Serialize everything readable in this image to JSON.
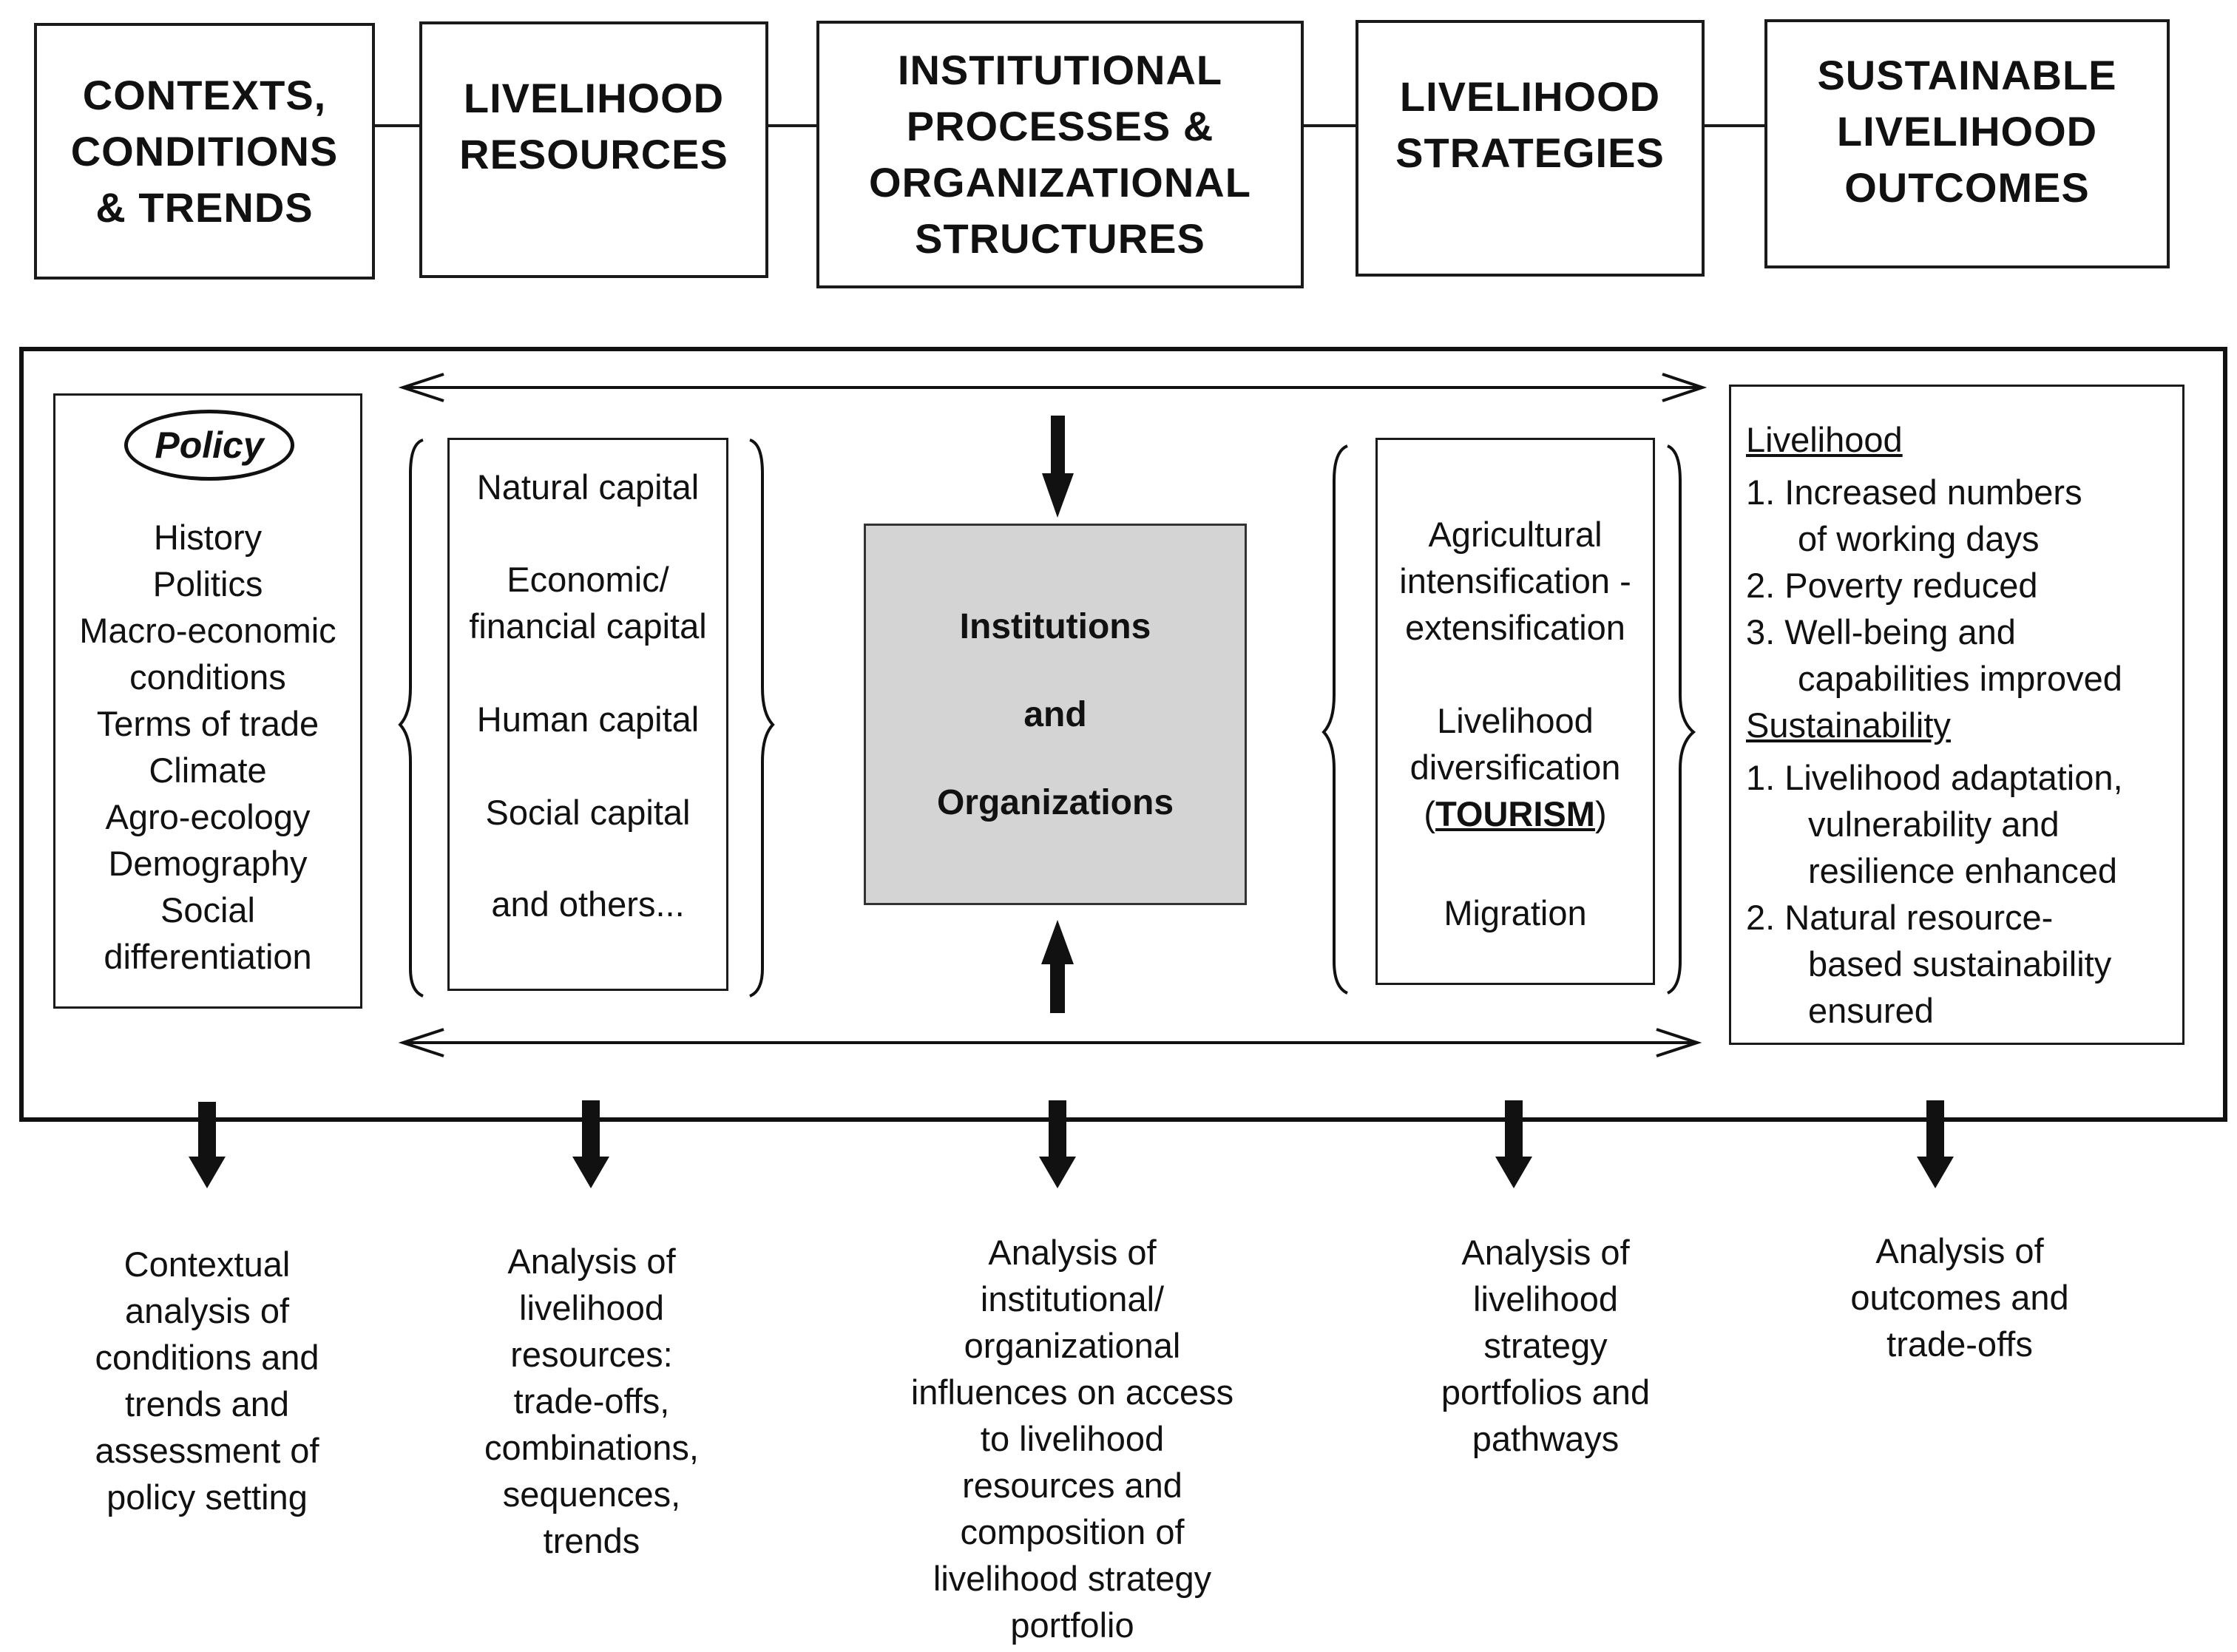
{
  "header_boxes": [
    {
      "lines": [
        "CONTEXTS,",
        "CONDITIONS",
        "& TRENDS"
      ]
    },
    {
      "lines": [
        "LIVELIHOOD",
        "RESOURCES"
      ]
    },
    {
      "lines": [
        "INSTITUTIONAL",
        "PROCESSES &",
        "ORGANIZATIONAL",
        "STRUCTURES"
      ]
    },
    {
      "lines": [
        "LIVELIHOOD",
        "STRATEGIES"
      ]
    },
    {
      "lines": [
        "SUSTAINABLE",
        "LIVELIHOOD",
        "OUTCOMES"
      ]
    }
  ],
  "contexts": {
    "policy_label": "Policy",
    "items": [
      "History",
      "Politics",
      "Macro-economic",
      "conditions",
      "Terms of trade",
      "Climate",
      "Agro-ecology",
      "Demography",
      "Social",
      "differentiation"
    ]
  },
  "resources": [
    [
      "Natural capital"
    ],
    [
      "Economic/",
      "financial capital"
    ],
    [
      "Human capital"
    ],
    [
      "Social capital"
    ],
    [
      "and others..."
    ]
  ],
  "institutions": [
    "Institutions",
    "and",
    "Organizations"
  ],
  "strategies": {
    "agri": [
      "Agricultural",
      "intensification -",
      "extensification"
    ],
    "div": [
      "Livelihood",
      "diversification"
    ],
    "tourism_open": "(",
    "tourism": "TOURISM",
    "tourism_close": ")",
    "migration": "Migration"
  },
  "outcomes": {
    "livelihood_header": "Livelihood",
    "livelihood_items": [
      "1. Increased numbers",
      "of working days",
      "2. Poverty reduced",
      "3. Well-being and",
      "capabilities improved"
    ],
    "sustainability_header": "Sustainability",
    "sustainability_items": [
      "1.  Livelihood adaptation,",
      "vulnerability and",
      "resilience enhanced",
      "2.  Natural resource-",
      "based sustainability",
      "ensured"
    ]
  },
  "analyses": [
    [
      "Contextual",
      "analysis of",
      "conditions and",
      "trends and",
      "assessment of",
      "policy setting"
    ],
    [
      "Analysis of",
      "livelihood",
      "resources:",
      "trade-offs,",
      "combinations,",
      "sequences,",
      "trends"
    ],
    [
      "Analysis of",
      "institutional/",
      "organizational",
      "influences on access",
      "to livelihood",
      "resources and",
      "composition of",
      "livelihood strategy",
      "portfolio"
    ],
    [
      "Analysis of",
      "livelihood",
      "strategy",
      "portfolios and",
      "pathways"
    ],
    [
      "Analysis of",
      "outcomes and",
      "trade-offs"
    ]
  ]
}
